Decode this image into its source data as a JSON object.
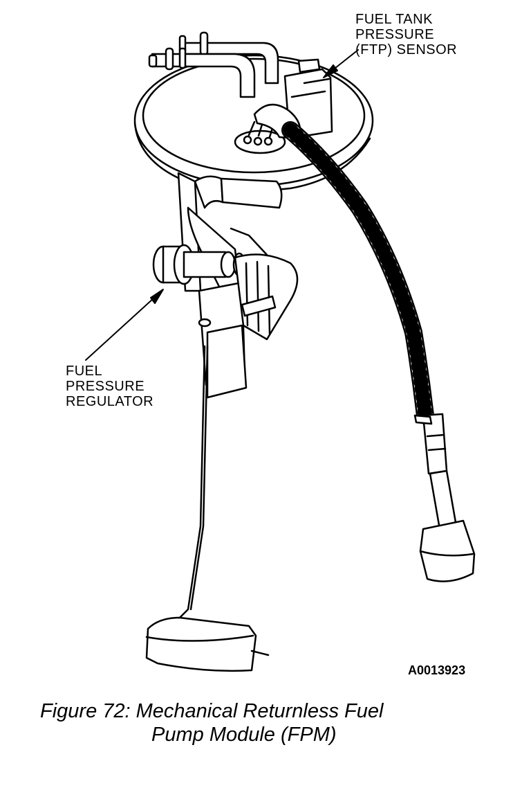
{
  "labels": {
    "ftp_sensor": [
      "FUEL TANK",
      "PRESSURE",
      "(FTP) SENSOR"
    ],
    "fuel_pressure_regulator": [
      "FUEL",
      "PRESSURE",
      "REGULATOR"
    ]
  },
  "figure_id": "A0013923",
  "caption": {
    "line1": "Figure 72: Mechanical Returnless Fuel",
    "line2": "Pump Module (FPM)"
  }
}
